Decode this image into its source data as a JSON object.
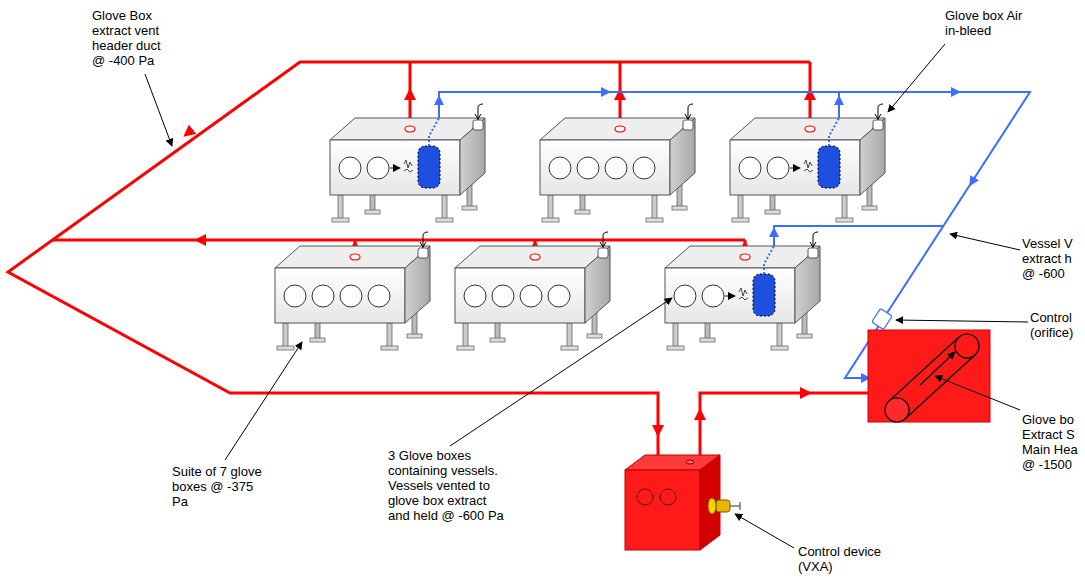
{
  "diagram": {
    "labels": [
      "Glove Box extract vent header duct @ -400 Pa",
      "Glove box Air in-bleed",
      "Vessel V extract h @ -600",
      "Control (orifice)",
      "Glove bo Extract S Main Hea @ -1500",
      "Suite of 7 glove boxes @ -375 Pa",
      "3 Glove boxes containing vessels. Vessels vented to glove box extract and held @ -600 Pa",
      "Control device (VXA)"
    ]
  }
}
